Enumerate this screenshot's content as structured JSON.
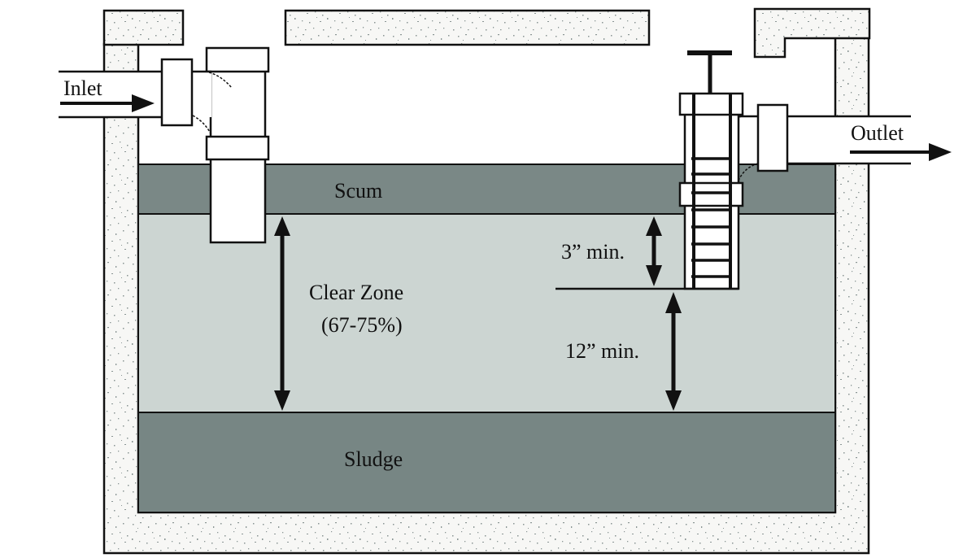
{
  "diagram": {
    "title": "Septic tank cross-section",
    "labels": {
      "inlet": "Inlet",
      "outlet": "Outlet",
      "scum": "Scum",
      "clear_zone": "Clear Zone",
      "clear_zone_range": "(67-75%)",
      "sludge": "Sludge",
      "min_3": "3” min.",
      "min_12": "12” min."
    },
    "colors": {
      "concrete": "#f7f7f5",
      "concrete_speckle": "#8a9594",
      "scum": "#7a8886",
      "clear_zone": "#ccd5d2",
      "sludge": "#778684",
      "outline": "#111111",
      "pipe": "#ffffff"
    }
  }
}
